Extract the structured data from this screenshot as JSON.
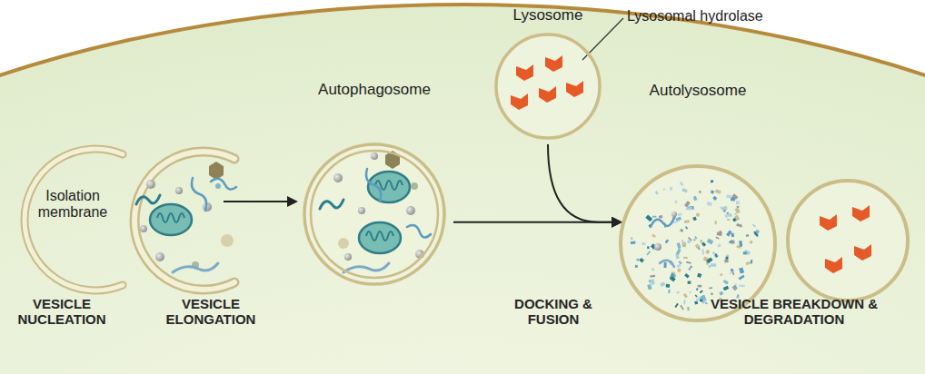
{
  "diagram": {
    "nodes": [
      {
        "text": [
          "Autophagosome"
        ]
      },
      {
        "text": [
          "Lysosome"
        ]
      },
      {
        "text": [
          "Autolysosome"
        ]
      }
    ],
    "edges": [
      {
        "from": 0,
        "to": 2,
        "arrow": "to"
      },
      {
        "from": 1,
        "to": 2,
        "arrow": "to"
      }
    ],
    "labels": [
      "Isolation membrane",
      "Lysosomal hydrolase",
      "VESICLE NUCLEATION",
      "VESICLE ELONGATION",
      "DOCKING & FUSION",
      "VESICLE BREAKDOWN & DEGRADATION"
    ]
  }
}
